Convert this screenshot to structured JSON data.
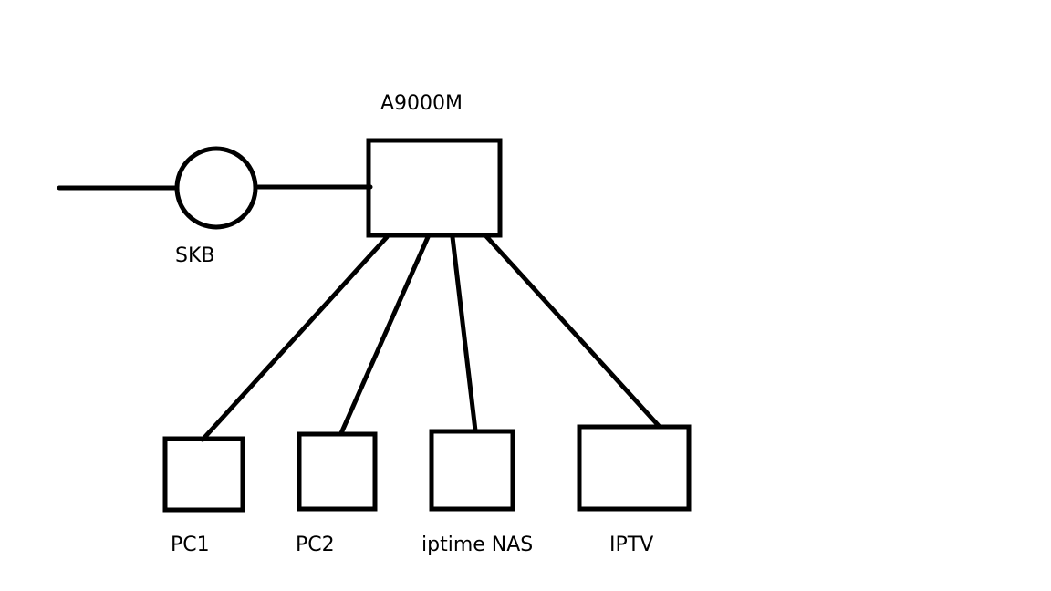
{
  "diagram": {
    "router_label": "A9000M",
    "isp_label": "SKB",
    "devices": {
      "pc1": "PC1",
      "pc2": "PC2",
      "nas": "iptime NAS",
      "iptv": "IPTV"
    },
    "colors": {
      "line": "#000000",
      "background": "#ffffff"
    }
  }
}
